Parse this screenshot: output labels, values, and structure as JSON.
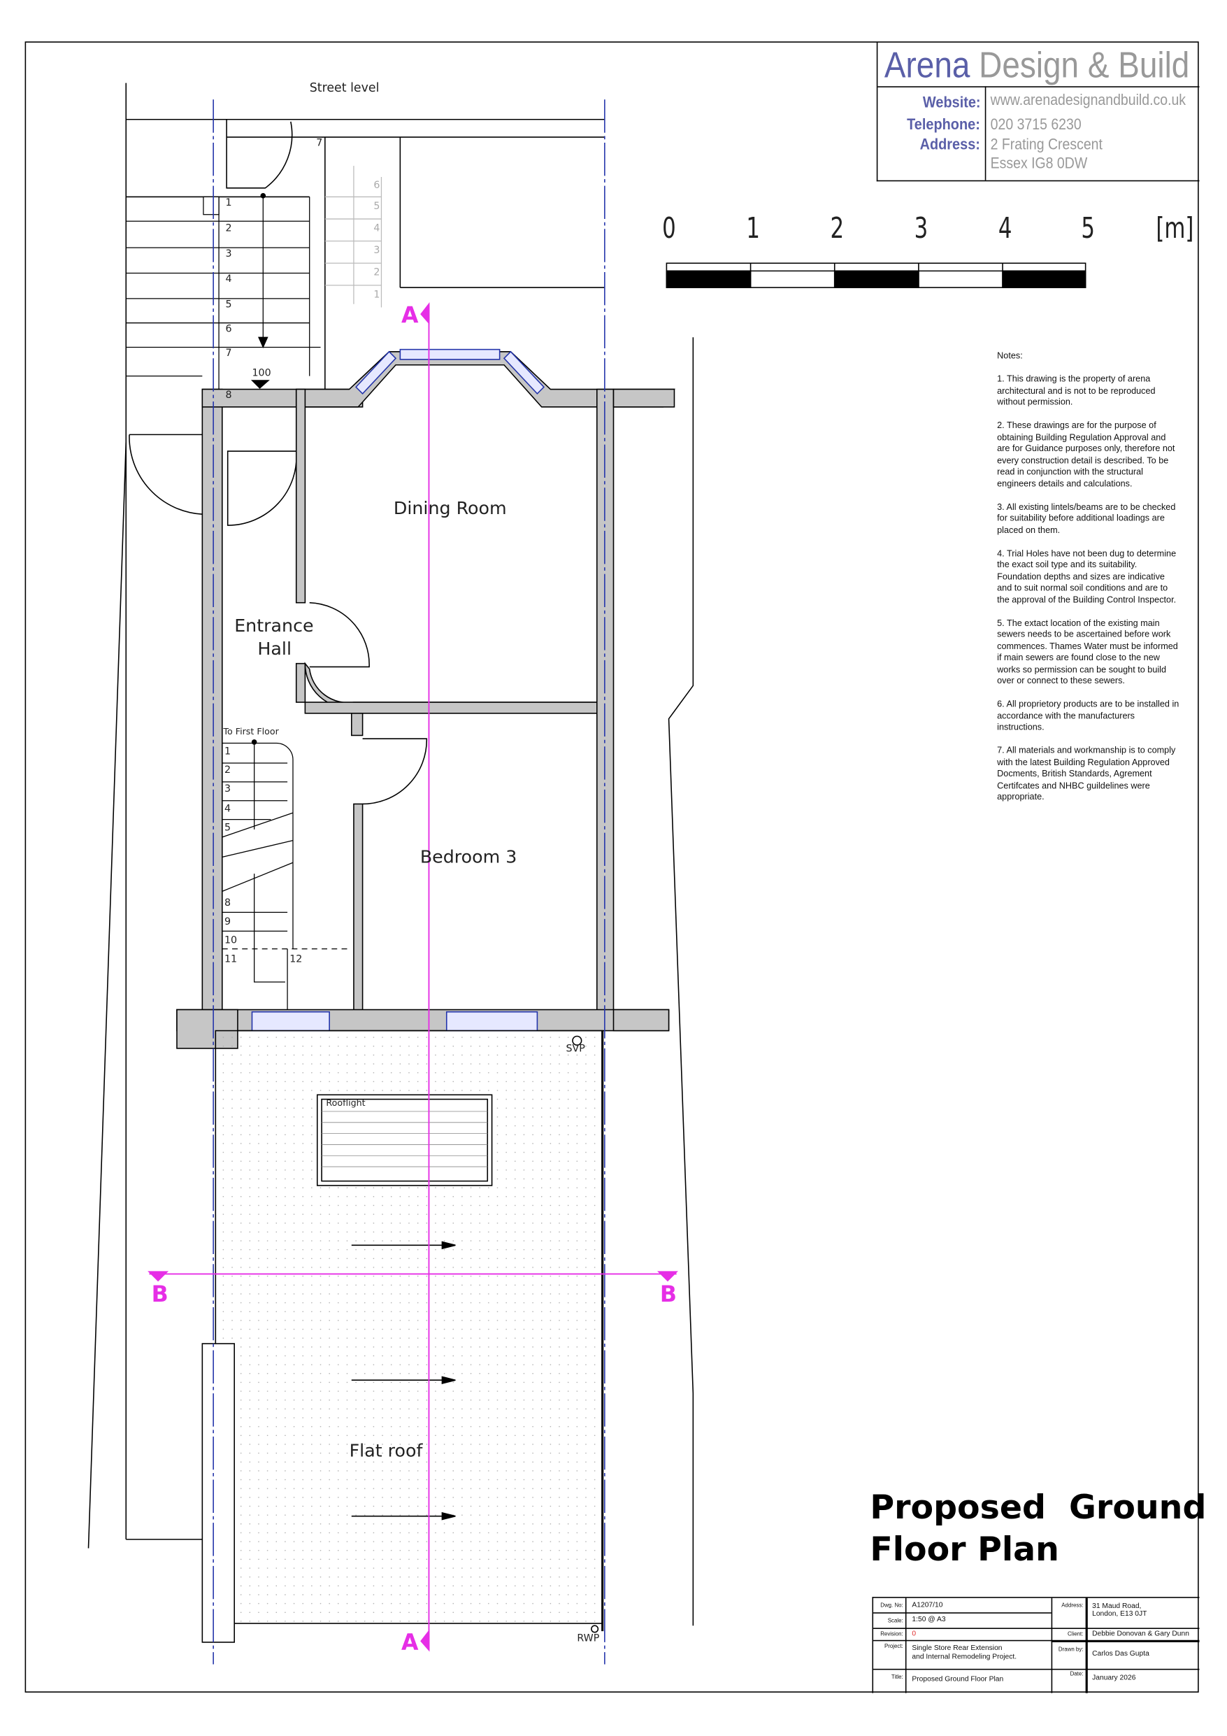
{
  "brand": {
    "name_a": "Arena",
    "name_b": "Design & Build",
    "website_label": "Website:",
    "website": "www.arenadesignandbuild.co.uk",
    "telephone_label": "Telephone:",
    "telephone": "020 3715 6230",
    "address_label": "Address:",
    "address_line1": "2 Frating Crescent",
    "address_line2": "Essex IG8 0DW"
  },
  "scale_bar": {
    "ticks": [
      "0",
      "1",
      "2",
      "3",
      "4",
      "5"
    ],
    "unit": "[m]"
  },
  "notes": {
    "heading": "Notes:",
    "items": [
      "1.  This drawing is the property of arena architectural and is not to be reproduced without permission.",
      "2.  These drawings are for the purpose of obtaining Building Regulation Approval and are for Guidance purposes only, therefore not every construction detail is described. To be read in conjunction with the structural engineers details and calculations.",
      "3.  All existing lintels/beams are to be checked for suitability before additional loadings are placed on them.",
      "4.  Trial Holes have not been dug to determine the exact soil type and its suitability. Foundation depths and sizes are indicative and to suit normal soil conditions and are to the approval of the Building Control Inspector.",
      "5.  The extact location of the existing main sewers needs to be ascertained before work commences. Thames Water must be informed if main sewers are found close to the new works so permission can be sought to build over or connect to these sewers.",
      "6.  All proprietory products are to be installed in accordance with the manufacturers instructions.",
      "7.  All materials and workmanship is to comply with the latest Building Regulation Approved Docments, British Standards, Agrement Certifcates and NHBC  guildelines were appropriate."
    ]
  },
  "plan": {
    "street_level": "Street level",
    "dining_room": "Dining Room",
    "entrance_hall_1": "Entrance",
    "entrance_hall_2": "Hall",
    "bedroom": "Bedroom 3",
    "flat_roof": "Flat roof",
    "rooflight": "Rooflight",
    "to_first_floor": "To First Floor",
    "svp": "SVP",
    "rwp": "RWP",
    "level": "100",
    "section_a": "A",
    "section_b": "B",
    "front_steps": [
      "1",
      "2",
      "3",
      "4",
      "5",
      "6",
      "7",
      "8"
    ],
    "side_steps": [
      "1",
      "2",
      "3",
      "4",
      "5",
      "6"
    ],
    "side_top": "7",
    "stair_steps": [
      "1",
      "2",
      "3",
      "4",
      "5",
      "8",
      "9",
      "10",
      "11",
      "12"
    ]
  },
  "drawing_title": {
    "line1": "Proposed  Ground",
    "line2": "Floor Plan"
  },
  "title_block": {
    "dwg_label": "Dwg. No:",
    "dwg": "A1207/10",
    "scale_label": "Scale:",
    "scale": "1:50 @ A3",
    "revision_label": "Revision:",
    "revision": "0",
    "project_label": "Project:",
    "project_1": "Single Store Rear Extension",
    "project_2": "and Internal Remodeling Project.",
    "title_label": "Title:",
    "title": "Proposed Ground Floor Plan",
    "address_label": "Address:",
    "address_1": "31 Maud Road,",
    "address_2": "London, E13 0JT",
    "client_label": "Client:",
    "client": "Debbie Donovan & Gary Dunn",
    "drawn_label": "Drawn by:",
    "drawn": "Carlos Das Gupta",
    "date_label": "Date:",
    "date": "January 2026"
  },
  "colors": {
    "section": "#e62ee6",
    "brand": "#5a5fa8",
    "wall": "#c6c6c6",
    "revision": "#e03030"
  }
}
